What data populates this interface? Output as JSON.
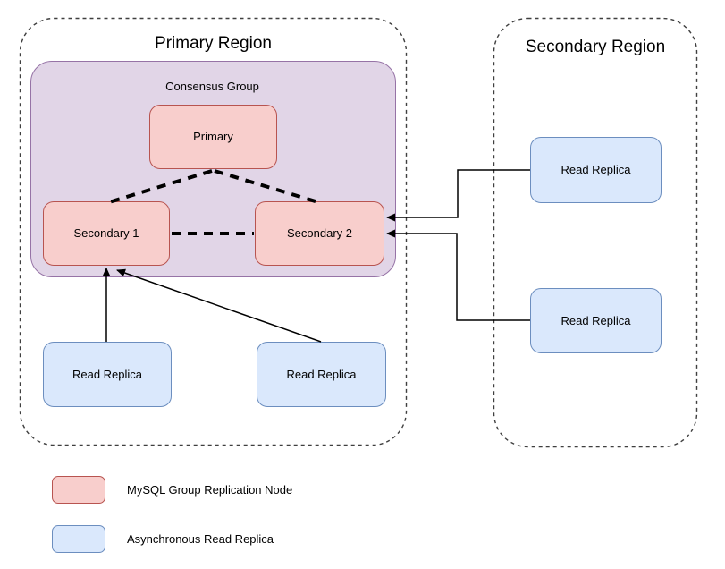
{
  "diagram": {
    "regions": {
      "primary": {
        "label": "Primary Region"
      },
      "secondary": {
        "label": "Secondary Region"
      }
    },
    "consensus_group": {
      "label": "Consensus Group"
    },
    "nodes": {
      "primary": {
        "label": "Primary"
      },
      "secondary1": {
        "label": "Secondary 1"
      },
      "secondary2": {
        "label": "Secondary 2"
      },
      "read_replica_primary_left": {
        "label": "Read Replica"
      },
      "read_replica_primary_right": {
        "label": "Read Replica"
      },
      "read_replica_secondary_top": {
        "label": "Read Replica"
      },
      "read_replica_secondary_bottom": {
        "label": "Read Replica"
      }
    },
    "legend": {
      "items": [
        {
          "label": "MySQL Group Replication Node",
          "fill": "#f8cecc",
          "border": "#b85450"
        },
        {
          "label": "Asynchronous Read Replica",
          "fill": "#dae8fc",
          "border": "#6c8ebf"
        }
      ]
    },
    "colors": {
      "group_node_fill": "#f8cecc",
      "group_node_border": "#b85450",
      "replica_fill": "#dae8fc",
      "replica_border": "#6c8ebf",
      "consensus_fill": "#e1d5e7",
      "consensus_border": "#9673a6",
      "connector": "#000000",
      "region_border": "#3f3f3f"
    }
  }
}
